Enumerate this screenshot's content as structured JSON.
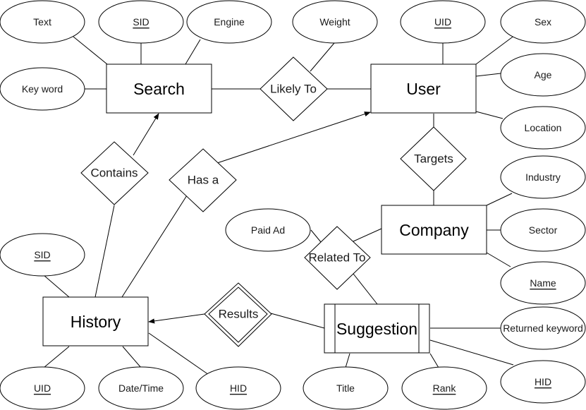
{
  "entities": {
    "search": "Search",
    "user": "User",
    "company": "Company",
    "history": "History",
    "suggestion": "Suggestion"
  },
  "relationships": {
    "likely_to": "Likely To",
    "contains": "Contains",
    "has_a": "Has a",
    "targets": "Targets",
    "related_to": "Related To",
    "results": "Results"
  },
  "attributes": {
    "search_text": "Text",
    "search_sid": "SID",
    "search_engine": "Engine",
    "search_keyword": "Key word",
    "likely_weight": "Weight",
    "user_uid": "UID",
    "user_sex": "Sex",
    "user_age": "Age",
    "user_location": "Location",
    "company_industry": "Industry",
    "company_sector": "Sector",
    "company_name": "Name",
    "related_paid_ad": "Paid Ad",
    "history_sid": "SID",
    "history_uid": "UID",
    "history_datetime": "Date/Time",
    "history_hid": "HID",
    "suggestion_returned_keyword": "Returned keyword",
    "suggestion_title": "Title",
    "suggestion_rank": "Rank",
    "suggestion_hid": "HID"
  }
}
